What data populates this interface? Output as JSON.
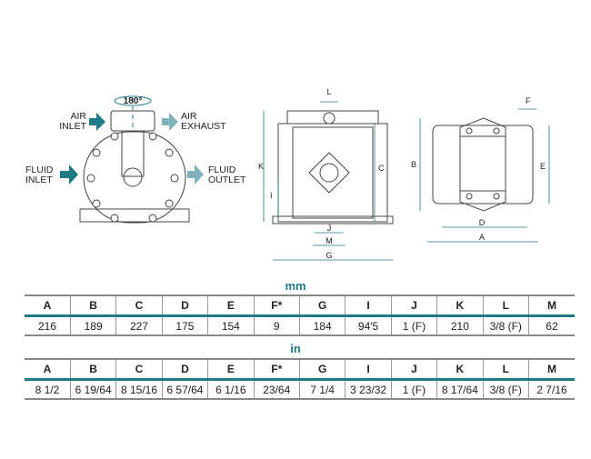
{
  "drawings": {
    "front": {
      "rotation": "180°",
      "air_inlet": [
        "AIR",
        "INLET"
      ],
      "air_exhaust": [
        "AIR",
        "EXHAUST"
      ],
      "fluid_inlet": [
        "FLUID",
        "INLET"
      ],
      "fluid_outlet": [
        "FLUID",
        "OUTLET"
      ]
    },
    "side_labels": {
      "L": "L",
      "K": "K",
      "C": "C",
      "I": "I",
      "J": "J",
      "M": "M",
      "G": "G"
    },
    "top_labels": {
      "F": "F",
      "B": "B",
      "E": "E",
      "D": "D",
      "A": "A"
    }
  },
  "tables": [
    {
      "unit": "mm",
      "headers": [
        "A",
        "B",
        "C",
        "D",
        "E",
        "F*",
        "G",
        "I",
        "J",
        "K",
        "L",
        "M"
      ],
      "values": [
        "216",
        "189",
        "227",
        "175",
        "154",
        "9",
        "184",
        "94'5",
        "1 (F)",
        "210",
        "3/8 (F)",
        "62"
      ]
    },
    {
      "unit": "in",
      "headers": [
        "A",
        "B",
        "C",
        "D",
        "E",
        "F*",
        "G",
        "I",
        "J",
        "K",
        "L",
        "M"
      ],
      "values": [
        "8 1/2",
        "6 19/64",
        "8 15/16",
        "6 57/64",
        "6 1/16",
        "23/64",
        "7 1/4",
        "3 23/32",
        "1 (F)",
        "8 17/64",
        "3/8 (F)",
        "2 7/16"
      ]
    }
  ],
  "colors": {
    "accent": "#1e7b86",
    "arrow_light": "#7fb2bb"
  }
}
